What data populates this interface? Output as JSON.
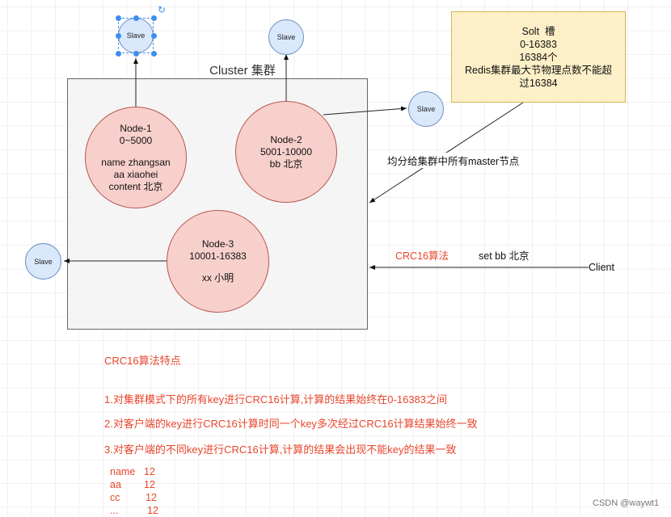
{
  "cluster": {
    "title": "Cluster 集群"
  },
  "nodes": [
    {
      "name": "Node-1",
      "range": "0~5000",
      "keys": [
        "name zhangsan",
        "aa xiaohei",
        "content 北京"
      ]
    },
    {
      "name": "Node-2",
      "range": "5001-10000",
      "keys": [
        "bb 北京"
      ]
    },
    {
      "name": "Node-3",
      "range": "10001-16383",
      "keys": [
        "xx 小明"
      ]
    }
  ],
  "slaves": [
    {
      "label": "Slave",
      "selected": true
    },
    {
      "label": "Slave",
      "selected": false
    },
    {
      "label": "Slave",
      "selected": false
    },
    {
      "label": "Slave",
      "selected": false
    }
  ],
  "slot_box": {
    "lines": [
      "Solt  槽",
      "0-16383",
      "16384个",
      "Redis集群最大节物理点数不能超",
      "过16384"
    ]
  },
  "labels": {
    "distribute": "均分给集群中所有master节点",
    "crc16": "CRC16算法",
    "command": "set bb 北京",
    "client": "Client"
  },
  "notes": {
    "title": "CRC16算法特点",
    "items": [
      "1.对集群模式下的所有key进行CRC16计算,计算的结果始终在0-16383之间",
      "2.对客户端的key进行CRC16计算时同一个key多次经过CRC16计算结果始终一致",
      "3.对客户端的不同key进行CRC16计算,计算的结果会出现不能key的结果一致"
    ],
    "examples": [
      {
        "key": "name",
        "value": "12"
      },
      {
        "key": "aa",
        "value": "12"
      },
      {
        "key": "cc",
        "value": "12"
      },
      {
        "key": "...",
        "value": "12"
      }
    ]
  },
  "watermark": "CSDN @waywt1",
  "colors": {
    "node_fill": "#f8d0cb",
    "slave_fill": "#dae8fc",
    "slot_fill": "#fdf0c8",
    "accent_red": "#e8452c",
    "selection": "#3d8ef0"
  }
}
